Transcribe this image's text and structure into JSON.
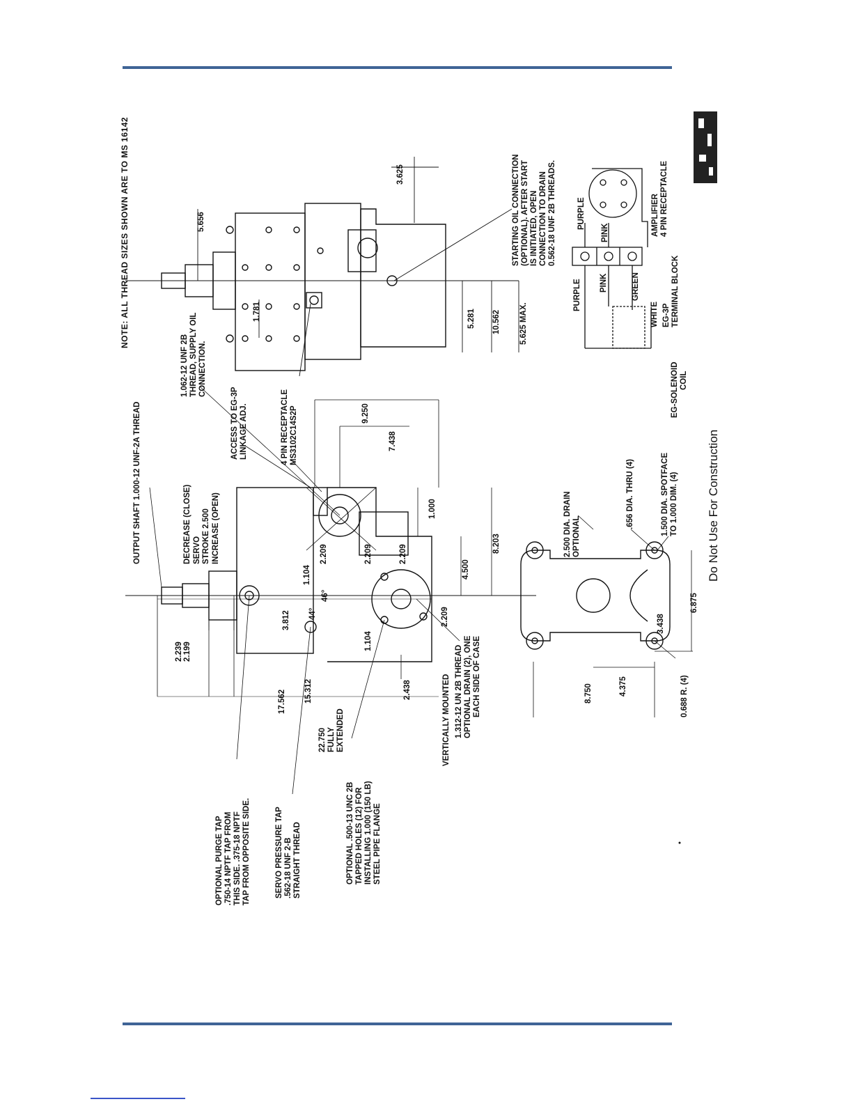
{
  "header_note": "NOTE: ALL THREAD SIZES SHOWN ARE TO MS 16142",
  "footer_notice": "Do Not Use For Construction",
  "colors": {
    "rule": "#3f6496",
    "ink": "#111111",
    "paper": "#ffffff",
    "link": "#3a55c8"
  },
  "front_view": {
    "output_shaft": "OUTPUT SHAFT 1.000-12 UNF-2A THREAD",
    "decrease": "DECREASE (CLOSE)",
    "servo": "SERVO",
    "stroke": "STROKE 2.500",
    "increase": "INCREASE (OPEN)",
    "supply_oil_1": "1.062-12 UNF 2B",
    "supply_oil_2": "THREAD, SUPPLY OIL",
    "supply_oil_3": "CONNECTION.",
    "access_1": "ACCESS TO EG-3P",
    "access_2": "LINKAGE ADJ.",
    "receptacle_1": "4 PIN RECEPTACLE",
    "receptacle_2": "MS3102C14S2P",
    "purge_1": "OPTIONAL PURGE TAP",
    "purge_2": ".750-14 NPTF TAP FROM",
    "purge_3": "THIS SIDE. .375-18 NPTF",
    "purge_4": "TAP FROM OPPOSITE SIDE.",
    "servo_tap_1": "SERVO PRESSURE TAP",
    "servo_tap_2": ".562-18 UNF 2-B",
    "servo_tap_3": "STRAIGHT THREAD",
    "fully_1": "22.750",
    "fully_2": "FULLY",
    "fully_3": "EXTENDED",
    "flange_1": "OPTIONAL .500-13 UNC 2B",
    "flange_2": "TAPPED HOLES (12) FOR",
    "flange_3": "INSTALLING 1.000 (150 LB)",
    "flange_4": "STEEL PIPE FLANGE",
    "vertically": "VERTICALLY MOUNTED",
    "drain_1": "1.312-12 UN 2B THREAD",
    "drain_2": "OPTIONAL DRAIN (2), ONE",
    "drain_3": "EACH SIDE OF CASE",
    "angle_a": "44°",
    "angle_b": "46°",
    "dims": {
      "d2239": "2.239",
      "d2199": "2.199",
      "d3812": "3.812",
      "d1104a": "1.104",
      "d2209a": "2.209",
      "d2209b": "2.209",
      "d2209c": "2.209",
      "d2209d": "2.209",
      "d1104b": "1.104",
      "d2438": "2.438",
      "d15312": "15.312",
      "d17562": "17.562",
      "d9250": "9.250",
      "d7438": "7.438",
      "d1000": "1.000",
      "d4500": "4.500",
      "d8203": "8.203"
    }
  },
  "side_view": {
    "starting_1": "STARTING OIL CONNECTION",
    "starting_2": "(OPTIONAL). AFTER START",
    "starting_3": "IS INITIATED, OPEN",
    "starting_4": "CONNECTION TO DRAIN",
    "starting_5": "0.562-18 UNF 2B THREADS.",
    "dims": {
      "d5656": "5.656",
      "d1781": "1.781",
      "d5281": "5.281",
      "d10562": "10.562",
      "d5625": "5.625 MAX.",
      "d3625": "3.625"
    }
  },
  "base_view": {
    "drain_1": "2.500 DIA. DRAIN",
    "drain_2": "OPTIONAL",
    "thru": ".656 DIA. THRU (4)",
    "spotface_1": "1.500 DIA. SPOTFACE",
    "spotface_2": "TO 1.000 DIM. (4)",
    "radius": "0.688 R. (4)",
    "dims": {
      "d8750": "8.750",
      "d4375": "4.375",
      "d3438": "3.438",
      "d6875": "6.875"
    }
  },
  "wiring": {
    "purple_a": "PURPLE",
    "purple_b": "PURPLE",
    "pink_a": "PINK",
    "pink_b": "PINK",
    "green": "GREEN",
    "white": "WHITE",
    "amplifier_1": "AMPLIFIER",
    "amplifier_2": "4 PIN RECEPTACLE",
    "terminal_1": "EG-3P",
    "terminal_2": "TERMINAL BLOCK",
    "solenoid_1": "EG-SOLENOID",
    "solenoid_2": "COIL"
  }
}
